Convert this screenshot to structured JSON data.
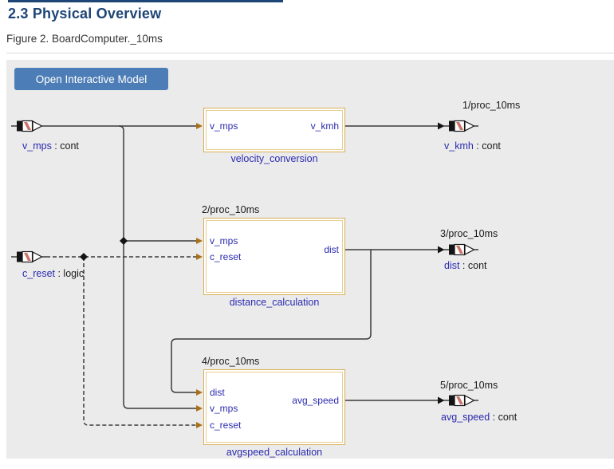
{
  "page": {
    "title": "2.3 Physical Overview",
    "figure_caption": "Figure 2. BoardComputer._10ms",
    "open_model_button": "Open Interactive Model"
  },
  "colors": {
    "heading": "#1d4576",
    "button_blue": "#4d7db6",
    "panel_gray": "#ebebeb",
    "block_border_gold": "#d9af56",
    "port_text_blue": "#2a2ab0",
    "wire_gray": "#3b3b3b",
    "input_arrow_orange": "#a97117",
    "port_icon_red": "#cd7468"
  },
  "diagram": {
    "inputs": [
      {
        "name": "v_mps",
        "suffix": " : cont"
      },
      {
        "name": "c_reset",
        "suffix": " : logic"
      }
    ],
    "blocks": [
      {
        "name": "velocity_conversion",
        "proc": "",
        "inputs": [
          "v_mps"
        ],
        "outputs": [
          "v_kmh"
        ]
      },
      {
        "name": "distance_calculation",
        "proc": "2/proc_10ms",
        "inputs": [
          "v_mps",
          "c_reset"
        ],
        "outputs": [
          "dist"
        ]
      },
      {
        "name": "avgspeed_calculation",
        "proc": "4/proc_10ms",
        "inputs": [
          "dist",
          "v_mps",
          "c_reset"
        ],
        "outputs": [
          "avg_speed"
        ]
      }
    ],
    "outputs": [
      {
        "proc": "1/proc_10ms",
        "name": "v_kmh",
        "suffix": " : cont"
      },
      {
        "proc": "3/proc_10ms",
        "name": "dist",
        "suffix": " : cont"
      },
      {
        "proc": "5/proc_10ms",
        "name": "avg_speed",
        "suffix": " : cont"
      }
    ]
  }
}
